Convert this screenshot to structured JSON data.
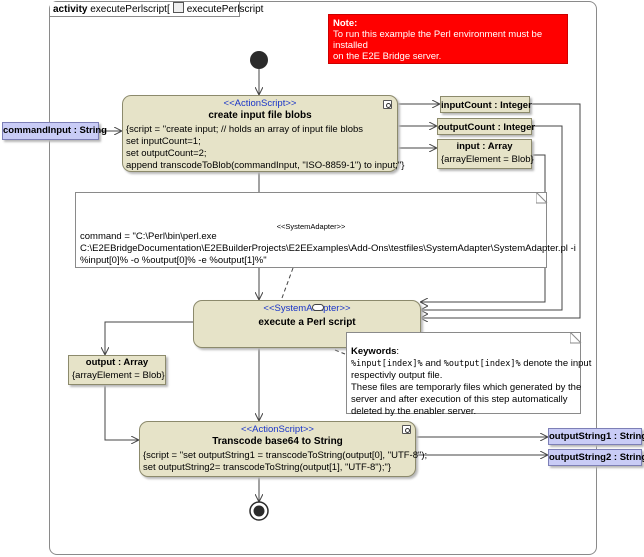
{
  "frame": {
    "keyword": "activity",
    "name": "executePerlscript[",
    "ref": "executePerlscript"
  },
  "warning_note": {
    "title": "Note:",
    "text_lines": [
      "To run this example the Perl environment must be installed",
      "on the E2E Bridge server."
    ],
    "color": "#ff0000"
  },
  "param_command": {
    "label": "commandInput : String"
  },
  "action1": {
    "stereotype": "<<ActionScript>>",
    "name": "create input file blobs",
    "code": [
      "{script = \"create input; // holds an array of input file blobs",
      "set inputCount=1;",
      "set outputCount=2;",
      "append transcodeToBlob(commandInput, \"ISO-8859-1\") to input;\"}"
    ]
  },
  "pin_inputcount": {
    "label": "inputCount : Integer"
  },
  "pin_outputcount": {
    "label": "outputCount : Integer"
  },
  "pin_input": {
    "title": "input : Array",
    "sub": "{arrayElement = Blob}"
  },
  "command_note": {
    "stereotype": "<<SystemAdapter>>",
    "lines": [
      "command = \"C:\\Perl\\bin\\perl.exe",
      "C:\\E2EBridgeDocumentation\\E2EBuilderProjects\\E2EExamples\\Add-Ons\\testfiles\\SystemAdapter\\SystemAdapter.pl -i",
      "%input[0]% -o %output[0]% -e %output[1]%\""
    ]
  },
  "action2": {
    "stereotype": "<<SystemAdapter>>",
    "name": "execute a Perl script"
  },
  "pin_output": {
    "title": "output : Array",
    "sub": "{arrayElement = Blob}"
  },
  "keywords_note": {
    "title": "Keywords",
    "colon": ":",
    "line1_code1": "%input[index]%",
    "line1_and": " and ",
    "line1_code2": "%output[index]%",
    "line1_rest": " denote the input",
    "lines": [
      "respectivly output file.",
      "These files are temporarly files which generated by the",
      "server and after execution of this step automatically",
      "deleted by the enabler server."
    ]
  },
  "action3": {
    "stereotype": "<<ActionScript>>",
    "name": "Transcode base64 to String",
    "code": [
      "{script = \"set outputString1 = transcodeToString(output[0], \"UTF-8\");",
      "set outputString2= transcodeToString(output[1], \"UTF-8\");\"}"
    ]
  },
  "param_out1": {
    "label": "outputString1 : String"
  },
  "param_out2": {
    "label": "outputString2 : String"
  },
  "colors": {
    "action_fill": "#e6e3c8",
    "param_fill": "#c9ccf6",
    "stereotype_text": "#1a35c8"
  }
}
